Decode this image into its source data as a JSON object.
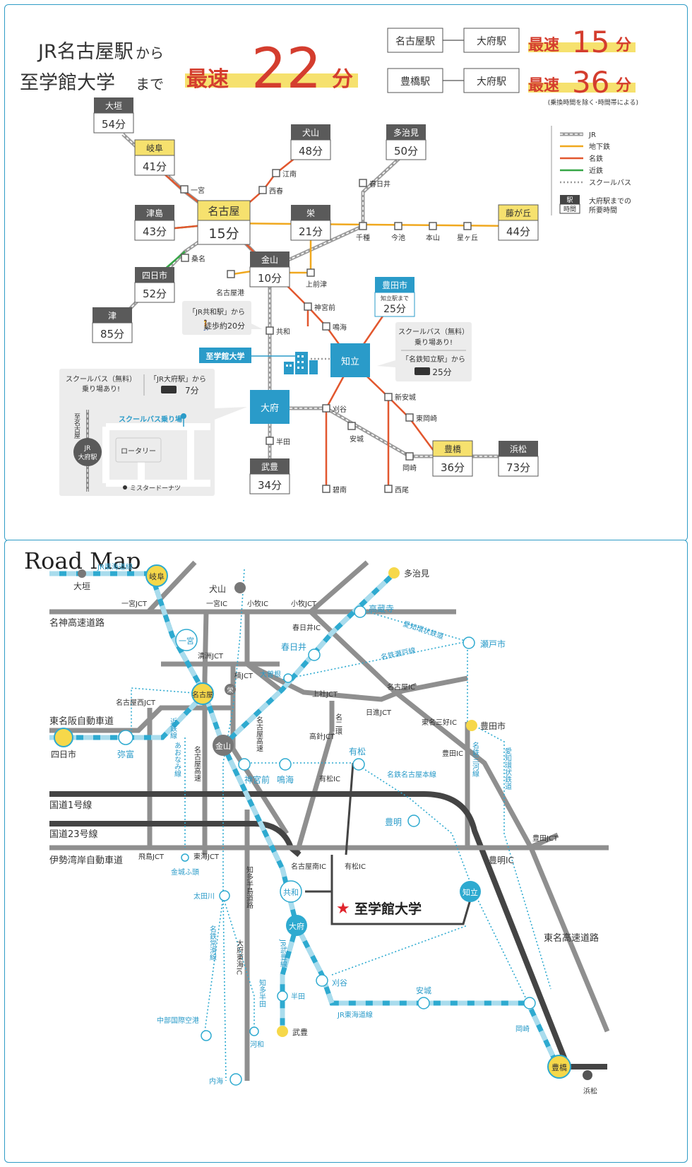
{
  "header": {
    "line1_a": "JR名古屋駅",
    "line1_b": "から",
    "line2_a": "至学館大学",
    "line2_b": "まで",
    "fastest_label": "最速",
    "fastest_value": "22",
    "fastest_unit": "分",
    "routes": [
      {
        "from": "名古屋駅",
        "to": "大府駅",
        "label": "最速",
        "value": "15",
        "unit": "分"
      },
      {
        "from": "豊橋駅",
        "to": "大府駅",
        "label": "最速",
        "value": "36",
        "unit": "分"
      }
    ],
    "note": "(乗換時間を除く･時間帯による)"
  },
  "legend": {
    "items": [
      "JR",
      "地下鉄",
      "名鉄",
      "近鉄",
      "スクールバス"
    ],
    "time_box_top": "駅",
    "time_box_bottom": "時間",
    "time_desc_1": "大府駅までの",
    "time_desc_2": "所要時間",
    "colors": {
      "jr": "#9b9b9b",
      "subway": "#f0a81e",
      "meitetsu": "#e2572e",
      "kintetsu": "#36a646",
      "bus": "#9b9b9b"
    }
  },
  "route_map": {
    "stations": [
      {
        "name": "大垣",
        "time": "54分"
      },
      {
        "name": "岐阜",
        "time": "41分"
      },
      {
        "name": "犬山",
        "time": "48分"
      },
      {
        "name": "多治見",
        "time": "50分"
      },
      {
        "name": "津島",
        "time": "43分"
      },
      {
        "name": "名古屋",
        "time": "15分"
      },
      {
        "name": "栄",
        "time": "21分"
      },
      {
        "name": "藤が丘",
        "time": "44分"
      },
      {
        "name": "四日市",
        "time": "52分"
      },
      {
        "name": "金山",
        "time": "10分"
      },
      {
        "name": "津",
        "time": "85分"
      },
      {
        "name": "武豊",
        "time": "34分"
      },
      {
        "name": "豊橋",
        "time": "36分"
      },
      {
        "name": "浜松",
        "time": "73分"
      }
    ],
    "small_stops": [
      "一宮",
      "江南",
      "西春",
      "春日井",
      "千種",
      "今池",
      "本山",
      "星ヶ丘",
      "桑名",
      "名古屋港",
      "上前津",
      "神宮前",
      "鳴海",
      "共和",
      "刈谷",
      "安城",
      "半田",
      "碧南",
      "新安城",
      "東岡崎",
      "岡崎",
      "西尾"
    ],
    "obu": "大府",
    "chiryu": "知立",
    "university": "至学館大学",
    "toyota": {
      "name": "豊田市",
      "sub": "知立駅まで",
      "time": "25分"
    },
    "kyowa_note": {
      "line1": "「JR共和駅」から",
      "line2": "徒歩約20分"
    },
    "chiryu_note": {
      "line1": "スクールバス（無料）",
      "line2": "乗り場あり!",
      "line3": "「名鉄知立駅」から",
      "line4": "25分"
    },
    "obu_note": {
      "left1": "スクールバス（無料）",
      "left2": "乗り場あり!",
      "right1": "「JR大府駅」から",
      "right2": "7分",
      "vertical": "至名古屋",
      "station": "JR",
      "station2": "大府駅",
      "bus_stop": "スクールバス乗り場",
      "rotary": "ロータリー",
      "donut": "ミスタードーナツ"
    }
  },
  "road_map": {
    "title": "Road Map",
    "highways": [
      "名神高速道路",
      "東名阪自動車道",
      "国道1号線",
      "国道23号線",
      "伊勢湾岸自動車道",
      "東名高速道路"
    ],
    "junctions": [
      "一宮JCT",
      "一宮IC",
      "小牧IC",
      "小牧JCT",
      "清洲JCT",
      "楠JCT",
      "春日井IC",
      "上社JCT",
      "名古屋IC",
      "日進JCT",
      "東名三好IC",
      "豊田IC",
      "高針JCT",
      "名古屋西JCT",
      "有松IC",
      "飛島JCT",
      "東海JCT",
      "名古屋南IC",
      "有松IC",
      "豊明IC",
      "豊田JCT",
      "大府東海IC"
    ],
    "rail_labels": [
      "JR東海道線",
      "愛知環状鉄道",
      "名鉄瀬戸線",
      "名鉄名古屋本線",
      "名鉄三河線",
      "愛知環状鉄道",
      "近鉄線",
      "あおなみ線",
      "名古屋高速",
      "名二環",
      "名古屋高速",
      "知多半島道路",
      "名鉄常滑線",
      "JR武豊線",
      "JR東海道線",
      "知多半田"
    ],
    "stations": [
      "大垣",
      "岐阜",
      "犬山",
      "多治見",
      "高蔵寺",
      "一宮",
      "瀬戸市",
      "春日井",
      "大曽根",
      "名古屋",
      "栄",
      "四日市",
      "弥富",
      "金山",
      "豊田市",
      "神宮前",
      "鳴海",
      "有松",
      "豊明",
      "金城ふ頭",
      "共和",
      "知立",
      "大府",
      "太田川",
      "刈谷",
      "安城",
      "半田",
      "武豊",
      "中部国際空港",
      "河和",
      "内海",
      "岡崎",
      "豊橋",
      "浜松"
    ],
    "university": "至学館大学"
  }
}
